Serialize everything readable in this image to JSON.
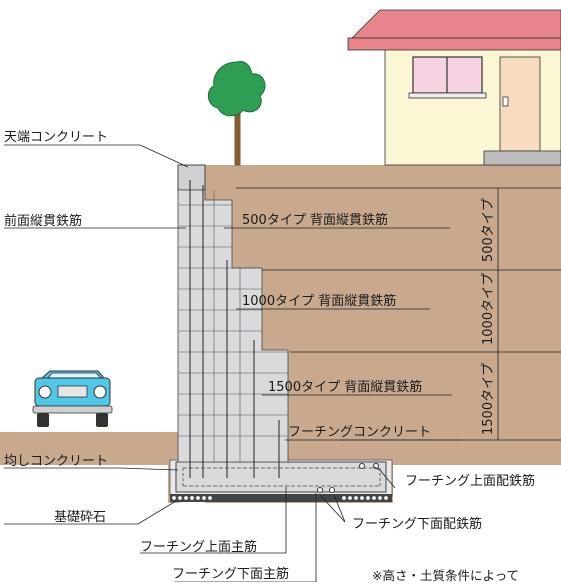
{
  "labels": {
    "top_concrete": "天端コンクリート",
    "front_rebar": "前面縦貫鉄筋",
    "back_rebar_500": "500タイプ 背面縦貫鉄筋",
    "back_rebar_1000": "1000タイプ 背面縦貫鉄筋",
    "back_rebar_1500": "1500タイプ 背面縦貫鉄筋",
    "footing_concrete": "フーチングコンクリート",
    "leveling_concrete": "均しコンクリート",
    "footing_top_rebar": "フーチング上面配鉄筋",
    "footing_bottom_rebar": "フーチング下面配鉄筋",
    "base_crushed_stone": "基礎砕石",
    "footing_top_main": "フーチング上面主筋",
    "footing_bottom_main": "フーチング下面主筋"
  },
  "dimensions": {
    "type_500": "500タイプ",
    "type_1000": "1000タイプ",
    "type_1500": "1500タイプ"
  },
  "note": "※高さ・土質条件によって",
  "colors": {
    "soil": "#c9a98d",
    "block": "#d9dadb",
    "roof": "#e8858a",
    "wall": "#fbf6d3",
    "window": "#f6d3e3",
    "door": "#f8dcc0",
    "car": "#4fc7e6",
    "tree": "#2e9e55",
    "trunk": "#8a5a2b"
  }
}
